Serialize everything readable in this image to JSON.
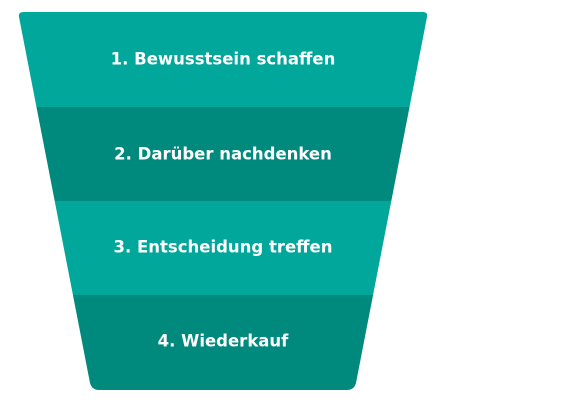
{
  "funnel": {
    "stages": [
      {
        "label": "1. Bewusstsein schaffen",
        "color": "#00a79a"
      },
      {
        "label": "2. Darüber nachdenken",
        "color": "#008a7e"
      },
      {
        "label": "3. Entscheidung treffen",
        "color": "#00a79a"
      },
      {
        "label": "4. Wiederkauf",
        "color": "#008a7e"
      }
    ]
  }
}
